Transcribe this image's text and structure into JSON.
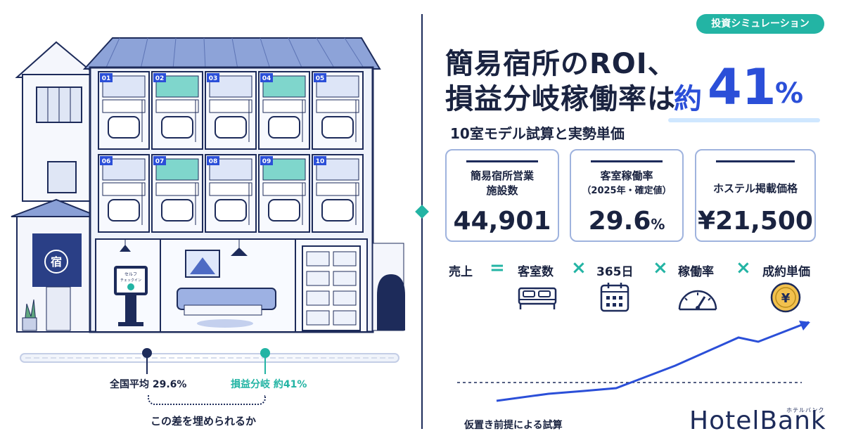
{
  "badge": "投資シミュレーション",
  "title": {
    "line1": "簡易宿所のROI、",
    "line2": "損益分岐稼働率は",
    "yaku": "約",
    "number": "41",
    "percent": "%",
    "subtitle": "10室モデル試算と実勢単価"
  },
  "cards": [
    {
      "label_line1": "簡易宿所営業",
      "label_line2": "施設数",
      "value": "44,901",
      "unit": ""
    },
    {
      "label_line1": "客室稼働率",
      "label_line2": "（2025年・確定値）",
      "value": "29.6",
      "unit": "%"
    },
    {
      "label_line1": "ホステル掲載価格",
      "label_line2": "",
      "value": "¥21,500",
      "unit": ""
    }
  ],
  "formula": {
    "result": "売上",
    "equals": "=",
    "times": "×",
    "terms": [
      "客室数",
      "365日",
      "稼働率",
      "成約単価"
    ],
    "icons": [
      "bed-icon",
      "calendar-icon",
      "gauge-icon",
      "yen-coin-icon"
    ]
  },
  "building": {
    "room_numbers": [
      "01",
      "02",
      "03",
      "04",
      "05",
      "06",
      "07",
      "08",
      "09",
      "10"
    ],
    "noren_char": "宿",
    "kiosk_text_line1": "セルフ",
    "kiosk_text_line2": "チェックイン"
  },
  "slider": {
    "national_avg_label": "全国平均 29.6%",
    "breakeven_label": "損益分岐 約41%",
    "gap_text": "この差を埋められるか",
    "national_avg_color": "#1d2b5a",
    "breakeven_color": "#23b4a4"
  },
  "footnote": "仮置き前提による試算",
  "logo": {
    "text": "HotelBank",
    "sub": "ホテルバンク"
  },
  "colors": {
    "navy": "#1d2b5a",
    "teal": "#23b4a4",
    "accent_blue": "#2b4fd8"
  }
}
